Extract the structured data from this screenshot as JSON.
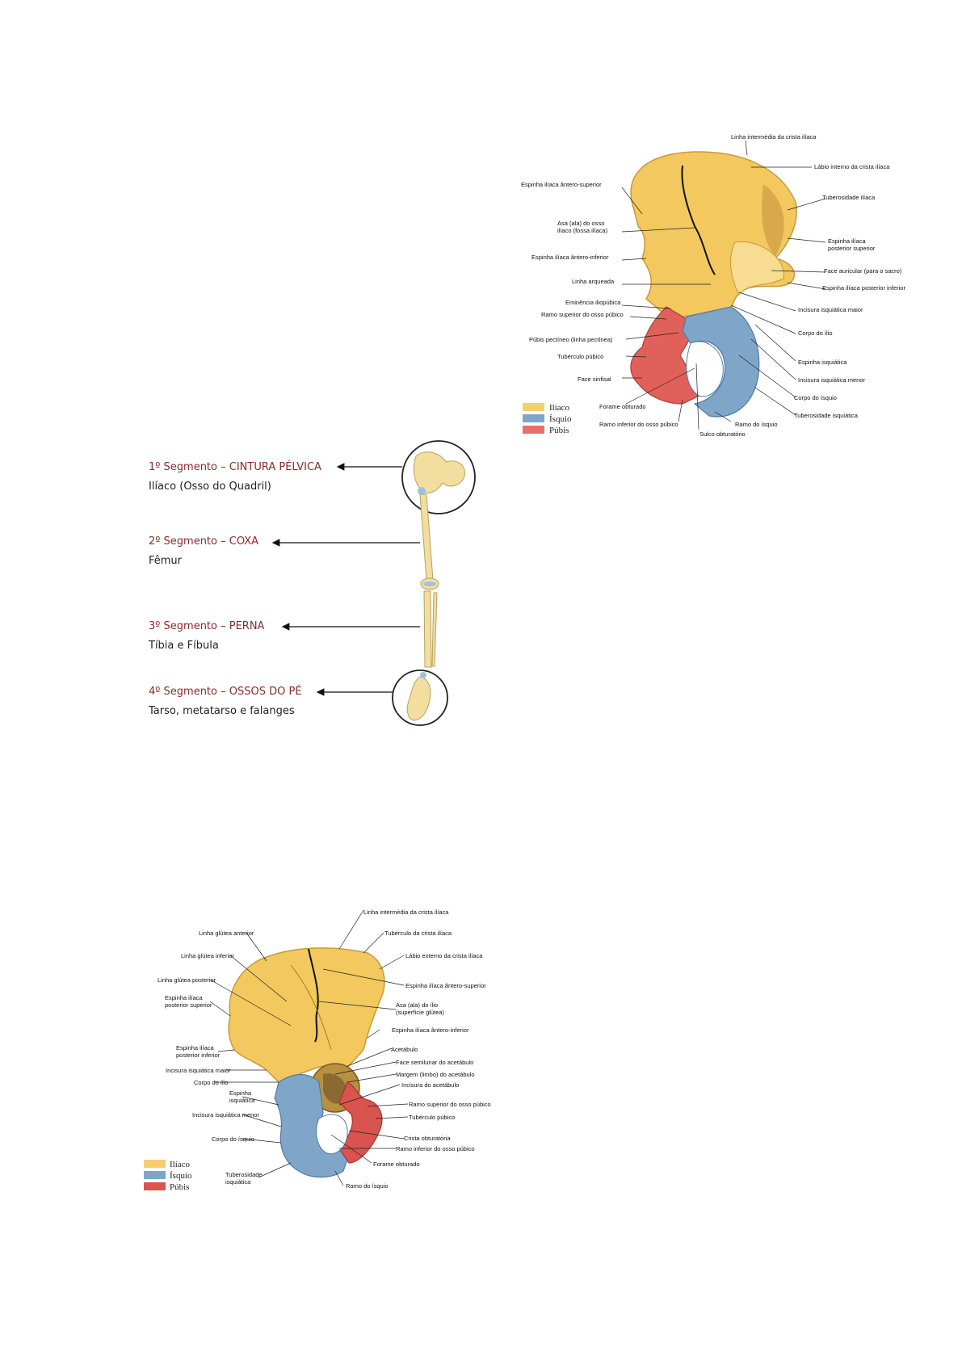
{
  "diagram_top": {
    "labels": [
      "Linha intermédia da crista ilíaca",
      "Lábio interno da crista ilíaca",
      "Espinha ilíaca ântero-superior",
      "Tuberosidade ilíaca",
      "Asa (ala) do osso",
      "ilíaco (fossa ilíaca)",
      "Espinha ilíaca",
      "posterior superior",
      "Espinha ilíaca ântero-inferior",
      "Face auricular (para o sacro)",
      "Linha arqueada",
      "Espinha ilíaca posterior inferior",
      "Eminência iliopúbica",
      "Incisura isquiática maior",
      "Ramo superior do osso púbico",
      "Corpo do ílio",
      "Púbis pectíneo (linha pectínea)",
      "Tubérculo púbico",
      "Espinha isquiática",
      "Face sinfisal",
      "Incisura isquiática menor",
      "Corpo do ísquio",
      "Forame obturado",
      "Tuberosidade isquiática",
      "Ramo inferior do osso púbico",
      "Ramo do ísquio",
      "Sulco obturatório"
    ]
  },
  "legend": {
    "items": [
      {
        "label": "Ilíaco",
        "color": "#f5cf6e"
      },
      {
        "label": "Ísquio",
        "color": "#7fa5c9"
      },
      {
        "label": "Púbis",
        "color": "#e8706a"
      }
    ]
  },
  "segments": [
    {
      "title": "1º Segmento – CINTURA PÉLVICA",
      "subtitle": "Ilíaco (Osso do Quadril)"
    },
    {
      "title": "2º Segmento – COXA",
      "subtitle": "Fêmur"
    },
    {
      "title": "3º Segmento – PERNA",
      "subtitle": "Tíbia e Fíbula"
    },
    {
      "title": "4º Segmento – OSSOS DO PÉ",
      "subtitle": "Tarso, metatarso e falanges"
    }
  ],
  "diagram_bottom": {
    "labels": [
      "Linha intermédia da crista ilíaca",
      "Linha glútea anterior",
      "Tubérculo da crista ilíaca",
      "Linha glútea inferior",
      "Lábio externo da crista ilíaca",
      "Linha glútea posterior",
      "Espinha ilíaca ântero-superior",
      "Espinha ilíaca",
      "posterior superior",
      "Asa (ala) do ílio",
      "(superfície glútea)",
      "Espinha ilíaca ântero-inferior",
      "Espinha ilíaca",
      "posterior inferior",
      "Acetábulo",
      "Face semilunar do acetábulo",
      "Incisura isquiática maior",
      "Margem (limbo) do acetábulo",
      "Corpo do ílio",
      "Incisura do acetábulo",
      "Espinha",
      "isquiática",
      "Ramo superior do osso púbico",
      "Incisura isquiática menor",
      "Tubérculo púbico",
      "Corpo do ísquio",
      "Crista obturatória",
      "Ramo inferior do osso púbico",
      "Forame obturado",
      "Tuberosidade",
      "isquiática",
      "Ramo do ísquio"
    ]
  },
  "colors": {
    "ilium": "#f5cf6e",
    "ischium": "#7fa5c9",
    "pubis": "#d9534f",
    "segment_title": "#8b2a2a"
  }
}
